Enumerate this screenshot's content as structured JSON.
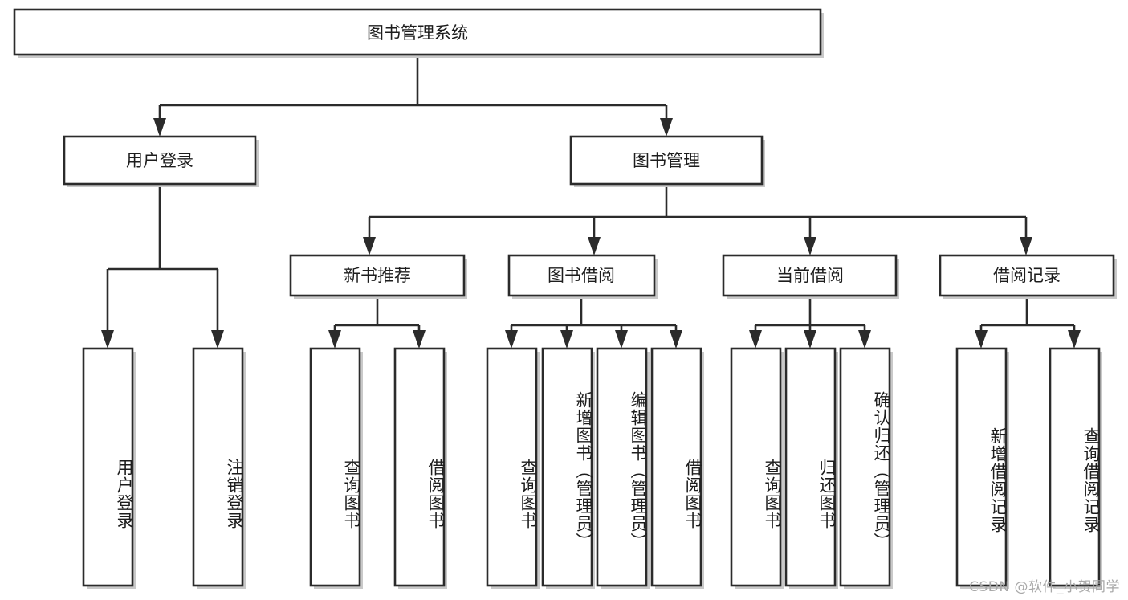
{
  "diagram": {
    "type": "tree-hierarchy-diagram",
    "title": "图书管理系统",
    "watermark": "CSDN @软件_小贺同学",
    "colors": {
      "stroke": "#2b2b2b",
      "fill": "#ffffff",
      "text": "#1d1d1d",
      "shadow": "#c9c9c9",
      "watermark": "#a8a8a8"
    },
    "root": {
      "label": "图书管理系统",
      "orientation": "horizontal"
    },
    "level2": [
      {
        "label": "用户登录",
        "orientation": "horizontal"
      },
      {
        "label": "图书管理",
        "orientation": "horizontal"
      }
    ],
    "level3": [
      {
        "label": "新书推荐",
        "orientation": "horizontal"
      },
      {
        "label": "图书借阅",
        "orientation": "horizontal"
      },
      {
        "label": "当前借阅",
        "orientation": "horizontal"
      },
      {
        "label": "借阅记录",
        "orientation": "horizontal"
      }
    ],
    "leaves": {
      "user_login": [
        {
          "label": "用户登录",
          "orientation": "vertical"
        },
        {
          "label": "注销登录",
          "orientation": "vertical"
        }
      ],
      "new_book_recommend": [
        {
          "label": "查询图书",
          "orientation": "vertical"
        },
        {
          "label": "借阅图书",
          "orientation": "vertical"
        }
      ],
      "book_borrow": [
        {
          "label": "查询图书",
          "orientation": "vertical"
        },
        {
          "label": "新增图书（管理员）",
          "orientation": "vertical"
        },
        {
          "label": "编辑图书（管理员）",
          "orientation": "vertical"
        },
        {
          "label": "借阅图书",
          "orientation": "vertical"
        }
      ],
      "current_borrow": [
        {
          "label": "查询图书",
          "orientation": "vertical"
        },
        {
          "label": "归还图书",
          "orientation": "vertical"
        },
        {
          "label": "确认归还（管理员）",
          "orientation": "vertical"
        }
      ],
      "borrow_record": [
        {
          "label": "新增借阅记录",
          "orientation": "vertical"
        },
        {
          "label": "查询借阅记录",
          "orientation": "vertical"
        }
      ]
    }
  }
}
